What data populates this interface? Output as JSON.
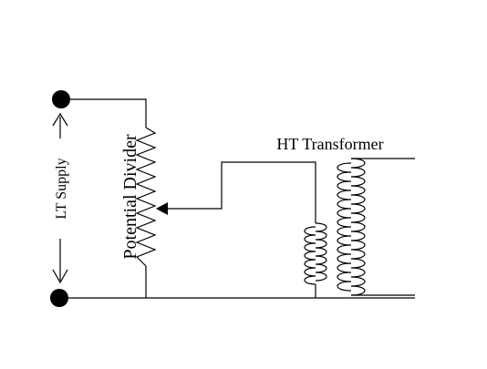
{
  "diagram": {
    "labels": {
      "lt_supply": "LT Supply",
      "potential_divider": "Potential Divider",
      "ht_transformer": "HT Transformer"
    },
    "colors": {
      "line": "#000000",
      "background": "#ffffff"
    }
  }
}
